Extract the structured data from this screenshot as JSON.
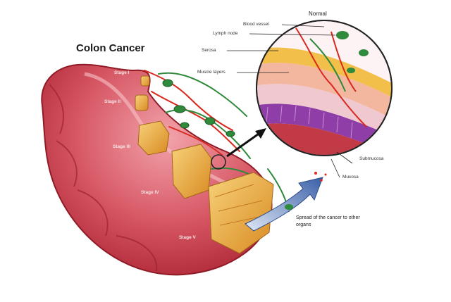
{
  "title": "Colon Cancer",
  "inset": {
    "heading": "Normal",
    "labels": {
      "blood_vessel": "Blood vessel",
      "lymph_node": "Lymph node",
      "serosa": "Serosa",
      "muscle_layers": "Muscle layers",
      "submucosa": "Submucosa",
      "mucosa": "Mucosa"
    }
  },
  "stages": [
    "Stage I",
    "Stage II",
    "Stage III",
    "Stage IV",
    "Stage V"
  ],
  "spread_caption": "Spread of the cancer to other organs",
  "colors": {
    "colon_outer": "#c23a46",
    "colon_inner": "#e27a84",
    "tumor": "#e8a23a",
    "vessel": "#d9281e",
    "lymph": "#2f8a3c",
    "mucosa": "#8e3ea6",
    "submucosa": "#f0c8d0"
  }
}
